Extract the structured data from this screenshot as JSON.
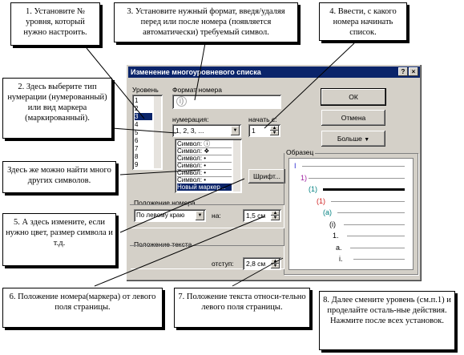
{
  "callouts": {
    "c1": "1. Установите № уровня, который нужно настроить.",
    "c2": "2. Здесь выберите тип нумерации (нумерованный) или вид маркера (маркированный).",
    "c3": "3. Установите нужный формат, введя/удаляя перед или после номера (появляется автоматически) требуемый символ.",
    "c4": "4. Ввести, с какого номера начинать список.",
    "c5": "Здесь же можно найти много других символов.",
    "c6": "5. А здесь измените, если нужно цвет, размер символа и т.д.",
    "c7": "6. Положение номера(маркера) от левого поля страницы.",
    "c8": "7. Положение текста относи-тельно левого поля страницы.",
    "c9": "8. Далее смените уровень (см.п.1) и проделайте осталь-ные действия. Нажмите после всех установок."
  },
  "dialog": {
    "title": "Изменение многоуровневого списка",
    "help": "?",
    "close": "×",
    "level_label": "Уровень",
    "levels": [
      "1",
      "2",
      "3",
      "4",
      "5",
      "6",
      "7",
      "8",
      "9"
    ],
    "selected_level": "3",
    "format_label": "Формат номера",
    "format_value": "i)",
    "numbering_label": "нумерация:",
    "numbering_value": "1, 2, 3, ...",
    "start_label": "начать с:",
    "start_value": "1",
    "list_items": [
      "Символ: ⓘ",
      "Символ: ❖",
      "Символ: •",
      "Символ: •",
      "Символ: •",
      "Символ: •",
      "Новый маркер..."
    ],
    "font_button": "Шрифт...",
    "ok_button": "ОК",
    "cancel_button": "Отмена",
    "more_button": "Больше",
    "preview_label": "Образец",
    "number_pos_label": "Положение номера",
    "align_value": "По левому краю",
    "at_label": "на:",
    "at_value": "1,5 см",
    "text_pos_label": "Положение текста",
    "indent_label": "отступ:",
    "indent_value": "2,8 см"
  },
  "preview": [
    {
      "label": "I",
      "color": "#2a2ad0"
    },
    {
      "label": "1)",
      "color": "#a020a0"
    },
    {
      "label": "(1)",
      "color": "#008080"
    },
    {
      "label": "(1)",
      "color": "#d02020"
    },
    {
      "label": "(a)",
      "color": "#008080"
    },
    {
      "label": "(i)",
      "color": "#000000"
    },
    {
      "label": "1.",
      "color": "#000000"
    },
    {
      "label": "a.",
      "color": "#000000"
    },
    {
      "label": "i.",
      "color": "#000000"
    }
  ]
}
